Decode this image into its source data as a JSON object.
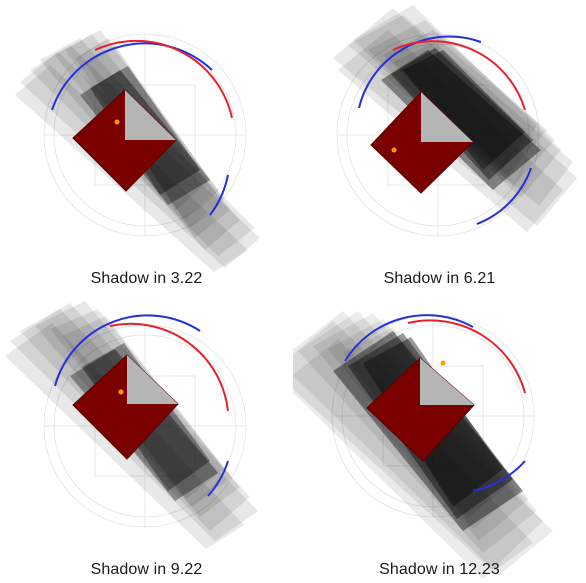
{
  "colors": {
    "background": "#ffffff",
    "shadow": "#000000",
    "red_face": "#7a0000",
    "red_face_stroke": "#5a0000",
    "gray_face": "#b5b5b5",
    "arc_red": "#e8202a",
    "arc_blue": "#2430d8",
    "sun_dot": "#ff9a00",
    "dial_line": "#e2e2e2"
  },
  "panels": [
    {
      "label": "Shadow in 3.22"
    },
    {
      "label": "Shadow in 6.21"
    },
    {
      "label": "Shadow in 9.22"
    },
    {
      "label": "Shadow in 12.23"
    }
  ]
}
